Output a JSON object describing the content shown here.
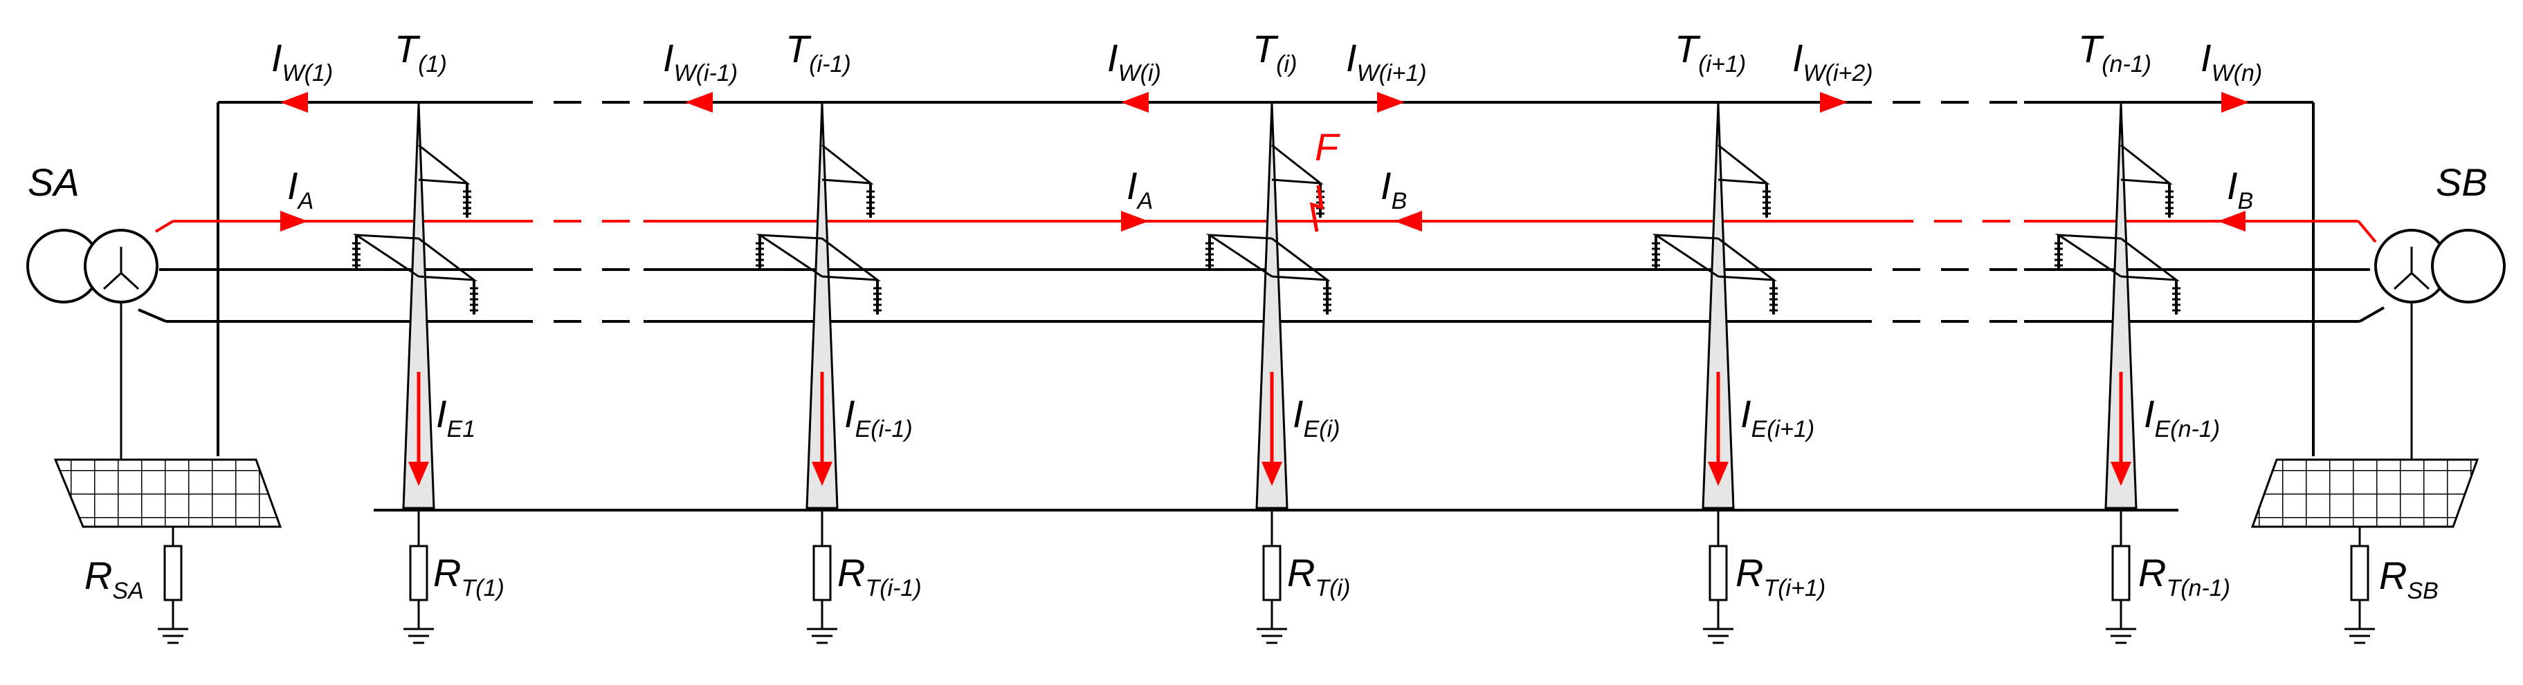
{
  "colors": {
    "wire": "#000000",
    "fault": "#ff0000",
    "tower_fill": "#e6e6e6"
  },
  "substations": {
    "a": {
      "label": "SA",
      "resistor_main": "R",
      "resistor_sub": "SA"
    },
    "b": {
      "label": "SB",
      "resistor_main": "R",
      "resistor_sub": "SB"
    }
  },
  "fault_label": "F",
  "phase_currents": {
    "a_left": {
      "main": "I",
      "sub": "A"
    },
    "a_right": {
      "main": "I",
      "sub": "A"
    },
    "b_left": {
      "main": "I",
      "sub": "B"
    },
    "b_right": {
      "main": "I",
      "sub": "B"
    }
  },
  "towers": [
    {
      "label_main": "T",
      "label_sub": "(1)",
      "earth_main": "I",
      "earth_sub": "E1",
      "res_main": "R",
      "res_sub": "T(1)"
    },
    {
      "label_main": "T",
      "label_sub": "(i-1)",
      "earth_main": "I",
      "earth_sub": "E(i-1)",
      "res_main": "R",
      "res_sub": "T(i-1)"
    },
    {
      "label_main": "T",
      "label_sub": "(i)",
      "earth_main": "I",
      "earth_sub": "E(i)",
      "res_main": "R",
      "res_sub": "T(i)"
    },
    {
      "label_main": "T",
      "label_sub": "(i+1)",
      "earth_main": "I",
      "earth_sub": "E(i+1)",
      "res_main": "R",
      "res_sub": "T(i+1)"
    },
    {
      "label_main": "T",
      "label_sub": "(n-1)",
      "earth_main": "I",
      "earth_sub": "E(n-1)",
      "res_main": "R",
      "res_sub": "T(n-1)"
    }
  ],
  "wire_currents": [
    {
      "main": "I",
      "sub": "W(1)"
    },
    {
      "main": "I",
      "sub": "W(i-1)"
    },
    {
      "main": "I",
      "sub": "W(i)"
    },
    {
      "main": "I",
      "sub": "W(i+1)"
    },
    {
      "main": "I",
      "sub": "W(i+2)"
    },
    {
      "main": "I",
      "sub": "W(n)"
    }
  ]
}
